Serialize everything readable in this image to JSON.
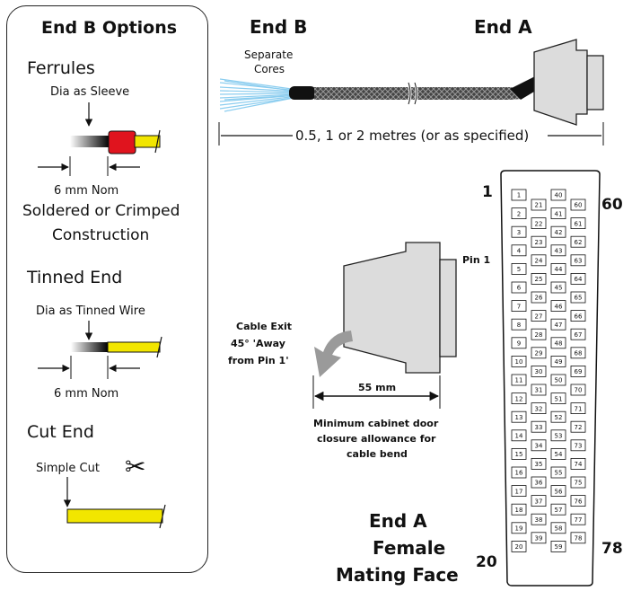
{
  "options_panel": {
    "title": "End B Options",
    "ferrules": {
      "title": "Ferrules",
      "dia_label": "Dia as Sleeve",
      "length_label": "6 mm Nom",
      "construction_line1": "Soldered or Crimped",
      "construction_line2": "Construction"
    },
    "tinned": {
      "title": "Tinned End",
      "dia_label": "Dia as Tinned Wire",
      "length_label": "6 mm Nom"
    },
    "cut": {
      "title": "Cut End",
      "label": "Simple Cut",
      "scissors_icon": "✂"
    }
  },
  "cable": {
    "end_b_label": "End B",
    "end_a_label": "End A",
    "separate_cores_line1": "Separate",
    "separate_cores_line2": "Cores",
    "length_label": "0.5, 1 or 2 metres (or as specified)"
  },
  "connector_side": {
    "pin1_label": "Pin 1",
    "cable_exit_line1": "Cable Exit",
    "cable_exit_line2": "45° 'Away",
    "cable_exit_line3": "from Pin 1'",
    "dimension_label": "55 mm",
    "allowance_line1": "Minimum cabinet door",
    "allowance_line2": "closure allowance for",
    "allowance_line3": "cable bend"
  },
  "mating_face": {
    "corner_top_left": "1",
    "corner_top_right": "60",
    "corner_bottom_left": "20",
    "corner_bottom_right": "78",
    "title_line1": "End A",
    "title_line2": "Female",
    "title_line3": "Mating Face",
    "columns": [
      [
        "1",
        "2",
        "3",
        "4",
        "5",
        "6",
        "7",
        "8",
        "9",
        "10",
        "11",
        "12",
        "13",
        "14",
        "15",
        "16",
        "17",
        "18",
        "19",
        "20"
      ],
      [
        "21",
        "22",
        "23",
        "24",
        "25",
        "26",
        "27",
        "28",
        "29",
        "30",
        "31",
        "32",
        "33",
        "34",
        "35",
        "36",
        "37",
        "38",
        "39"
      ],
      [
        "40",
        "41",
        "42",
        "43",
        "44",
        "45",
        "46",
        "47",
        "48",
        "49",
        "50",
        "51",
        "52",
        "53",
        "54",
        "55",
        "56",
        "57",
        "58",
        "59"
      ],
      [
        "60",
        "61",
        "62",
        "63",
        "64",
        "65",
        "66",
        "67",
        "68",
        "69",
        "70",
        "71",
        "72",
        "73",
        "74",
        "75",
        "76",
        "77",
        "78"
      ]
    ]
  },
  "colors": {
    "ferrule_red": "#e0141e",
    "wire_yellow": "#f2e600",
    "cable_blue": "#7fc8ee",
    "connector_gray": "#dcdcdc",
    "arrow_gray": "#9a9a9a"
  }
}
